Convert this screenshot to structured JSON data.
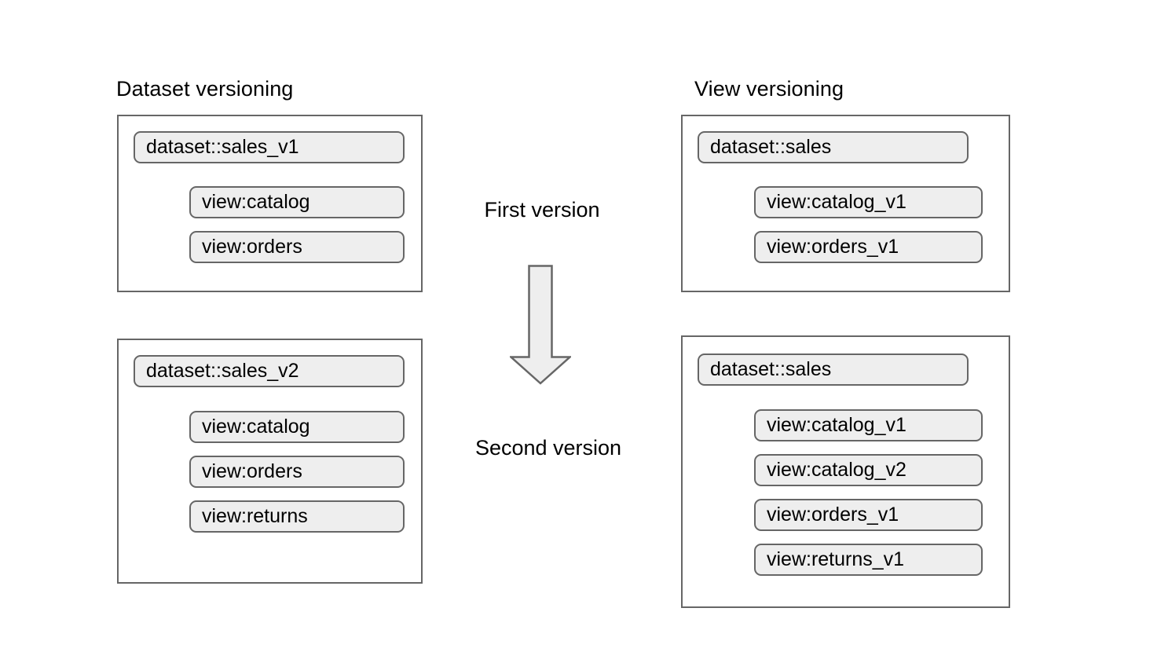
{
  "diagram": {
    "columns": [
      {
        "key": "dataset_versioning",
        "title": "Dataset versioning",
        "boxes": [
          {
            "stage": "first",
            "dataset": "dataset::sales_v1",
            "views": [
              "view:catalog",
              "view:orders"
            ]
          },
          {
            "stage": "second",
            "dataset": "dataset::sales_v2",
            "views": [
              "view:catalog",
              "view:orders",
              "view:returns"
            ]
          }
        ]
      },
      {
        "key": "view_versioning",
        "title": "View versioning",
        "boxes": [
          {
            "stage": "first",
            "dataset": "dataset::sales",
            "views": [
              "view:catalog_v1",
              "view:orders_v1"
            ]
          },
          {
            "stage": "second",
            "dataset": "dataset::sales",
            "views": [
              "view:catalog_v1",
              "view:catalog_v2",
              "view:orders_v1",
              "view:returns_v1"
            ]
          }
        ]
      }
    ],
    "stages": {
      "first_label": "First version",
      "second_label": "Second version"
    },
    "arrow": {
      "name": "down-arrow-icon",
      "direction": "down"
    },
    "colors": {
      "background": "#ffffff",
      "box_border": "#666666",
      "pill_fill": "#eeeeee",
      "pill_border": "#666666",
      "arrow_fill": "#eeeeee",
      "arrow_stroke": "#666666",
      "text": "#000000"
    }
  }
}
